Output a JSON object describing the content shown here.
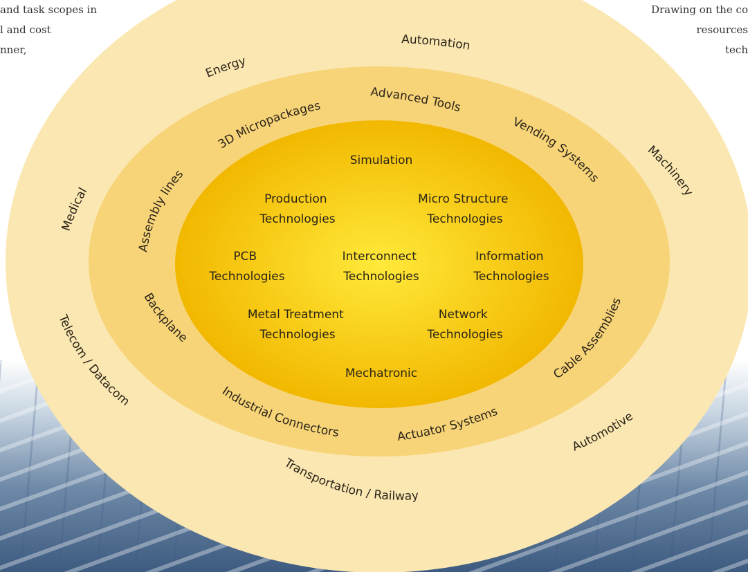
{
  "side_text_left": [
    "and task scopes in",
    "l and cost",
    "nner,"
  ],
  "side_text_right": [
    "Drawing on the co",
    "resources",
    "tech"
  ],
  "colors": {
    "outer_ring": "#fbe7b1",
    "middle_ring": "#f8d478",
    "core_edge": "#f2b800",
    "core_center": "#ffe93a",
    "text": "#2a2419"
  },
  "outer_ring": {
    "energy": "Energy",
    "automation": "Automation",
    "machinery": "Machinery",
    "medical": "Medical",
    "telecom": "Telecom / Datacom",
    "automotive": "Automotive",
    "transportation": "Transportation / Railway"
  },
  "middle_ring": {
    "micropackages": "3D Micropackages",
    "advanced_tools": "Advanced Tools",
    "vending": "Vending Systems",
    "assembly": "Assembly lines",
    "backplanes": "Backplanes",
    "cable": "Cable Assemblies",
    "industrial": "Industrial Connectors",
    "actuator": "Actuator Systems"
  },
  "core": {
    "simulation": "Simulation",
    "production": [
      "Production",
      "Technologies"
    ],
    "micro_structure": [
      "Micro Structure",
      "Technologies"
    ],
    "pcb": [
      "PCB",
      "Technologies"
    ],
    "interconnect": [
      "Interconnect",
      "Technologies"
    ],
    "information": [
      "Information",
      "Technologies"
    ],
    "metal": [
      "Metal Treatment",
      "Technologies"
    ],
    "network": [
      "Network",
      "Technologies"
    ],
    "mechatronic": "Mechatronic"
  }
}
